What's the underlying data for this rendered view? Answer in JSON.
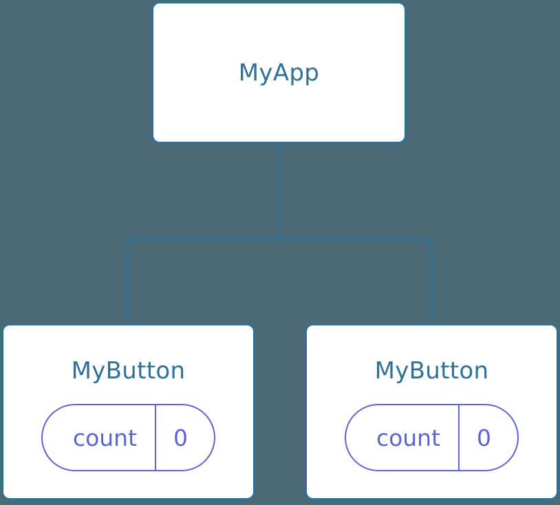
{
  "diagram": {
    "type": "component-tree",
    "background_color": "#4c6a75",
    "node_border_color": "#2e7098",
    "node_fill_color": "#ffffff",
    "node_title_color": "#2e7098",
    "edge_color": "#2e7098",
    "state_pill_color": "#5b63d6"
  },
  "root": {
    "title": "MyApp"
  },
  "children": [
    {
      "title": "MyButton",
      "state": {
        "key": "count",
        "value": "0"
      }
    },
    {
      "title": "MyButton",
      "state": {
        "key": "count",
        "value": "0"
      }
    }
  ]
}
